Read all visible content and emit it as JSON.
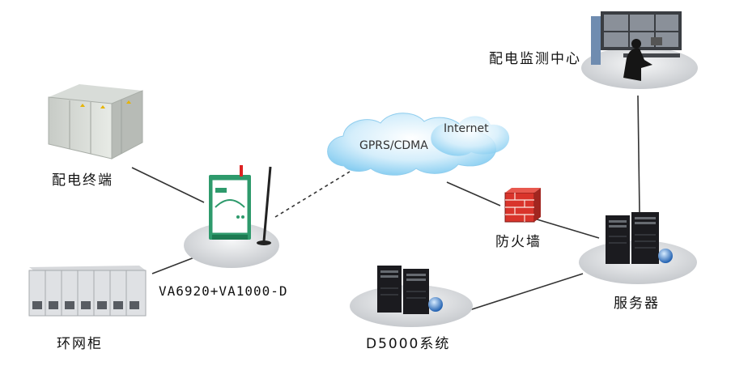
{
  "labels": {
    "terminal": "配电终端",
    "ring_cabinet": "环网柜",
    "device": "VA6920+VA1000-D",
    "network": "GPRS/CDMA",
    "internet": "Internet",
    "firewall": "防火墙",
    "monitor_center": "配电监测中心",
    "server": "服务器",
    "d5000": "D5000系统"
  },
  "colors": {
    "cloud": "#8fd3f4",
    "ellipse": "#cfd2d6",
    "line": "#333333",
    "firewall": "#d9342b",
    "router": "#2e9a6c",
    "server": "#1b1b1f"
  }
}
